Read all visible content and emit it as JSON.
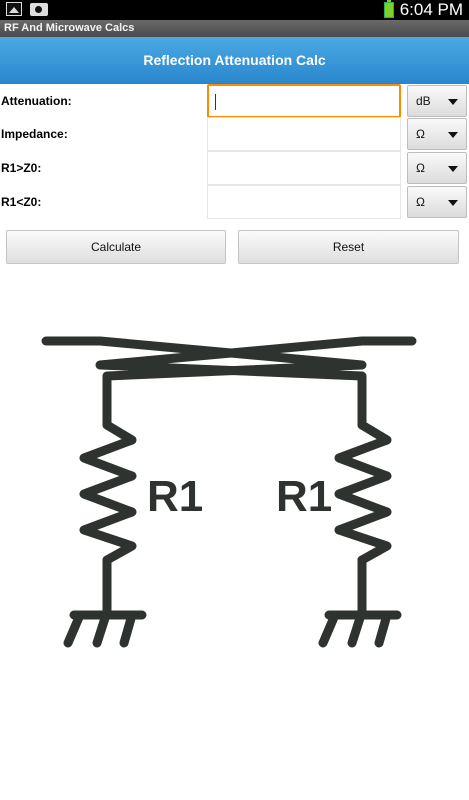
{
  "status_bar": {
    "time": "6:04 PM"
  },
  "app_title": "RF And Microwave Calcs",
  "header": {
    "title": "Reflection Attenuation Calc"
  },
  "form": {
    "rows": [
      {
        "label": "Attenuation:",
        "value": "",
        "unit": "dB"
      },
      {
        "label": "Impedance:",
        "value": "",
        "unit": "Ω"
      },
      {
        "label": "R1>Z0:",
        "value": "",
        "unit": "Ω"
      },
      {
        "label": "R1<Z0:",
        "value": "",
        "unit": "Ω"
      }
    ]
  },
  "buttons": {
    "calculate": "Calculate",
    "reset": "Reset"
  },
  "diagram": {
    "left_resistor_label": "R1",
    "right_resistor_label": "R1"
  },
  "colors": {
    "header": "#2a86cc",
    "focus": "#ff8a00",
    "wire": "#2f332f"
  }
}
